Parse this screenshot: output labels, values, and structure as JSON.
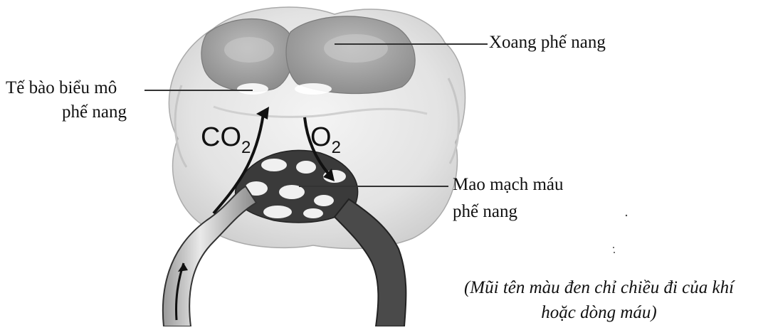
{
  "labels": {
    "alveolar_sac": "Xoang phế nang",
    "epithelial_cell_line1": "Tế bào biểu mô",
    "epithelial_cell_line2": "phế nang",
    "capillary_line1": "Mao mạch máu",
    "capillary_line2": "phế nang"
  },
  "gases": {
    "co2_main": "CO",
    "co2_sub": "2",
    "o2_main": "O",
    "o2_sub": "2"
  },
  "note": {
    "line1": "(Mũi tên màu đen chỉ chiều đi của khí",
    "line2": "hoặc dòng máu)"
  }
}
